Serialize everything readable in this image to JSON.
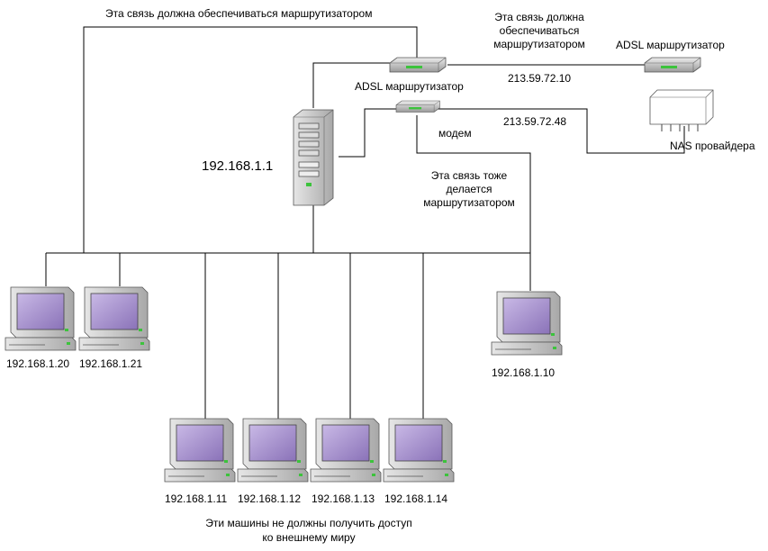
{
  "notes": {
    "top_link": "Эта связь должна обеспечиваться маршрутизатором",
    "right_link": [
      "Эта связь должна",
      "обеспечиваться",
      "маршрутизатором"
    ],
    "modem_link": [
      "Эта связь тоже",
      "делается",
      "маршрутизатором"
    ],
    "isolated": [
      "Эти машины не должны получить доступ",
      "ко внешнему миру"
    ]
  },
  "devices": {
    "adsl_router_1": "ADSL маршрутизатор",
    "adsl_router_2": "ADSL маршрутизатор",
    "modem": "модем",
    "nas": "NAS провайдера",
    "server": "192.168.1.1",
    "ip_router_link": "213.59.72.10",
    "ip_modem_link": "213.59.72.48"
  },
  "computers": [
    {
      "ip": "192.168.1.20"
    },
    {
      "ip": "192.168.1.21"
    },
    {
      "ip": "192.168.1.10"
    },
    {
      "ip": "192.168.1.11"
    },
    {
      "ip": "192.168.1.12"
    },
    {
      "ip": "192.168.1.13"
    },
    {
      "ip": "192.168.1.14"
    }
  ],
  "colors": {
    "screen": "#9b85c2",
    "body": "#c8c8c8",
    "led": "#3cc33c"
  }
}
